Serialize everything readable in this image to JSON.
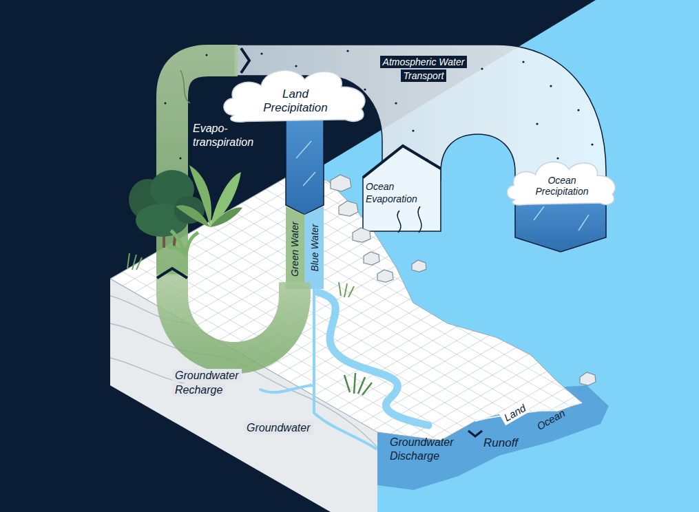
{
  "diagram": {
    "nodes": [
      {
        "text": [
          "Land Precipitation"
        ]
      },
      {
        "text": [
          "Ocean Precipitation"
        ]
      }
    ],
    "labels": [
      "Atmospheric Water Transport",
      "Evapo- transpiration",
      "Ocean Evaporation",
      "Green Water",
      "Blue Water",
      "Groundwater Recharge",
      "Groundwater",
      "Groundwater Discharge",
      "Runoff",
      "Land",
      "Ocean"
    ]
  }
}
